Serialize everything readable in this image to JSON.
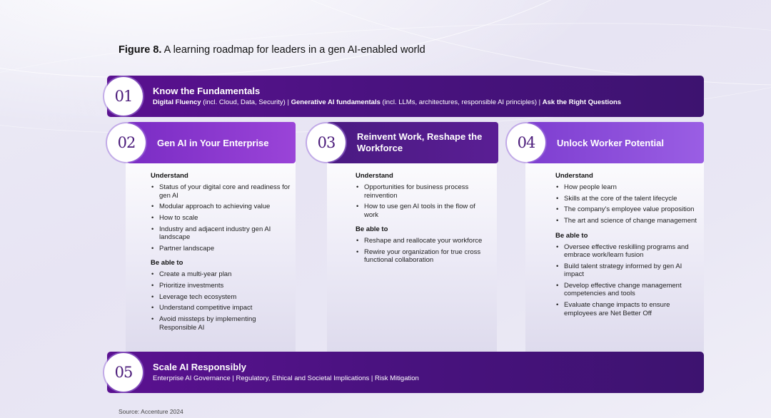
{
  "figure": {
    "label": "Figure 8.",
    "title": "A learning roadmap for leaders in a gen AI-enabled world"
  },
  "steps": {
    "s1": {
      "number": "01",
      "title": "Know the Fundamentals",
      "parts": [
        {
          "bold": "Digital Fluency",
          "rest": " (incl. Cloud, Data, Security) | "
        },
        {
          "bold": "Generative AI fundamentals",
          "rest": " (incl. LLMs, architectures, responsible AI principles) | "
        },
        {
          "bold": "Ask the Right Questions",
          "rest": ""
        }
      ]
    },
    "s2": {
      "number": "02",
      "title": "Gen AI in Your Enterprise",
      "understand_label": "Understand",
      "understand": [
        "Status of your digital core and readiness for gen AI",
        "Modular approach to achieving value",
        "How to scale",
        "Industry and adjacent industry gen AI landscape",
        "Partner landscape"
      ],
      "able_label": "Be able to",
      "able": [
        "Create a multi-year plan",
        "Prioritize investments",
        "Leverage tech ecosystem",
        "Understand competitive impact",
        "Avoid missteps by implementing Responsible AI"
      ]
    },
    "s3": {
      "number": "03",
      "title": "Reinvent Work, Reshape the Workforce",
      "understand_label": "Understand",
      "understand": [
        "Opportunities for business process reinvention",
        "How to use gen AI tools in the flow of work"
      ],
      "able_label": "Be able to",
      "able": [
        "Reshape and reallocate your workforce",
        "Rewire your organization for true cross functional collaboration"
      ]
    },
    "s4": {
      "number": "04",
      "title": "Unlock Worker Potential",
      "understand_label": "Understand",
      "understand": [
        "How people learn",
        "Skills at the core of the talent lifecycle",
        "The company's employee value proposition",
        "The art and science of change management"
      ],
      "able_label": "Be able to",
      "able": [
        "Oversee effective reskilling programs and embrace work/learn fusion",
        "Build talent strategy informed by gen AI impact",
        "Develop effective change management competencies and tools",
        "Evaluate change impacts to ensure employees are Net Better Off"
      ]
    },
    "s5": {
      "number": "05",
      "title": "Scale AI Responsibly",
      "subtitle": "Enterprise AI Governance | Regulatory, Ethical and Societal Implications | Risk Mitigation"
    }
  },
  "source": "Source: Accenture 2024",
  "colors": {
    "band_dark": "#4a1280",
    "col2_head": "#8a38cf",
    "col3_head": "#521c8c",
    "col4_head": "#8c4edb",
    "circle_text": "#4a1a7a"
  }
}
